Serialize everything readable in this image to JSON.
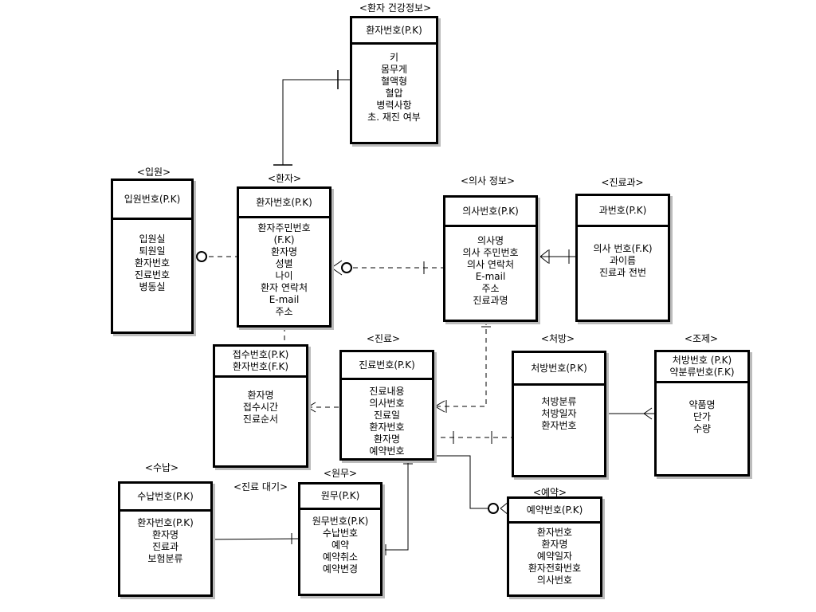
{
  "labels": {
    "health": "<환자 건강정보>",
    "admission": "<입원>",
    "patient": "<환자>",
    "doctor": "<의사 정보>",
    "dept": "<진료과>",
    "treatment": "<진료>",
    "prescription": "<처방>",
    "dispense": "<조제>",
    "payment": "<수납>",
    "waiting": "<진료 대기>",
    "office": "<원무>",
    "reservation": "<예약>"
  },
  "entities": {
    "health": {
      "header": [
        "환자번호(P.K)"
      ],
      "body": [
        "키",
        "몸무게",
        "혈액형",
        "혈압",
        "병력사항",
        "초. 재진 여부"
      ]
    },
    "admission": {
      "header": [
        "입원번호(P.K)"
      ],
      "body": [
        "입원실",
        "퇴원일",
        "환자번호",
        "진료번호",
        "병동실"
      ]
    },
    "patient": {
      "header": [
        "환자번호(P.K)"
      ],
      "body": [
        "환자주민번호",
        "(F.K)",
        "환자명",
        "성별",
        "나이",
        "환자 연락처",
        "E-mail",
        "주소"
      ]
    },
    "doctor": {
      "header": [
        "의사번호(P.K)"
      ],
      "body": [
        "의사명",
        "의사 주민번호",
        "의사 연락처",
        "E-mail",
        "주소",
        "진료과명"
      ]
    },
    "dept": {
      "header": [
        "과번호(P.K)"
      ],
      "body": [
        "의사 번호(F.K)",
        "과이름",
        "진료과 전번"
      ]
    },
    "waiting": {
      "header": [
        "접수번호(P.K)",
        "환자번호(F.K)"
      ],
      "body": [
        "환자명",
        "접수시간",
        "진료순서"
      ]
    },
    "treatment": {
      "header": [
        "진료번호(P.K)"
      ],
      "body": [
        "진료내용",
        "의사번호",
        "진료일",
        "환자번호",
        "환자명",
        "예약번호"
      ]
    },
    "prescription": {
      "header": [
        "처방번호(P.K)"
      ],
      "body": [
        "처방분류",
        "처방일자",
        "환자번호"
      ]
    },
    "dispense": {
      "header": [
        "처방번호 (P.K)",
        "약분류번호(F.K)"
      ],
      "body": [
        "약품명",
        "단가",
        "수량"
      ]
    },
    "payment": {
      "header": [
        "수납번호(P.K)"
      ],
      "body": [
        "환자번호(P.K)",
        "환자명",
        "진료과",
        "보험분류"
      ]
    },
    "office": {
      "header": [
        "원무(P.K)"
      ],
      "body": [
        "원무번호(P.K)",
        "수납번호",
        "예약",
        "예약취소",
        "예약변경"
      ]
    },
    "reservation": {
      "header": [
        "예약번호(P.K)"
      ],
      "body": [
        "환자번호",
        "환자명",
        "예약일자",
        "환자전화번호",
        "의사번호"
      ]
    }
  }
}
